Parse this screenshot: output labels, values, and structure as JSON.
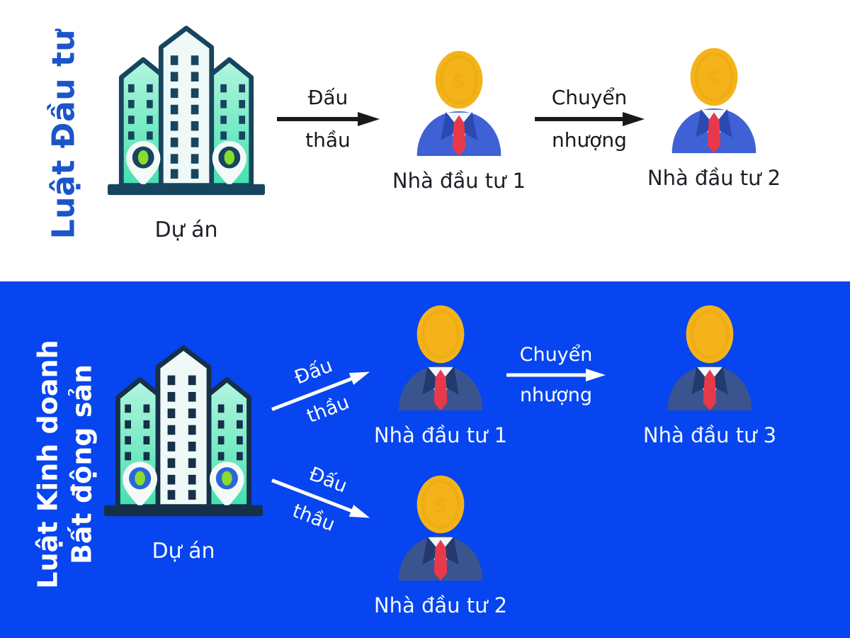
{
  "top": {
    "law": "Luật Đầu tư",
    "project": "Dự án",
    "bid": {
      "l1": "Đấu",
      "l2": "thầu"
    },
    "transfer": {
      "l1": "Chuyển",
      "l2": "nhượng"
    },
    "investor1": "Nhà đầu tư 1",
    "investor2": "Nhà đầu tư 2"
  },
  "bottom": {
    "law1": "Luật Kinh doanh",
    "law2": "Bất động sản",
    "project": "Dự án",
    "bid_upper": {
      "l1": "Đấu",
      "l2": "thầu"
    },
    "bid_lower": {
      "l1": "Đấu",
      "l2": "thầu"
    },
    "transfer": {
      "l1": "Chuyển",
      "l2": "nhượng"
    },
    "investor1": "Nhà đầu tư 1",
    "investor2": "Nhà đầu tư 2",
    "investor3": "Nhà đầu tư 3"
  },
  "colors": {
    "page_bg": "#FFFFFF",
    "panel_blue": "#0645EF",
    "title_blue": "#1C55C9",
    "text_dark": "#191919",
    "text_light": "#FFFFFF",
    "building_outline": "#17455F",
    "building_teal_light": "#B4F6DF",
    "building_teal": "#44E0AF",
    "tower_white": "#EFF9F7",
    "pin_green": "#8ADB2E",
    "pin_core_top": "#17455F",
    "pin_core_bottom": "#2B66D9",
    "coin_gold": "#F5B31B",
    "suit_blue_top": "#3E61D6",
    "suit_blue_bottom": "#3A548F",
    "tie_red": "#E8394B"
  },
  "icons": {
    "building": "project-building-icon",
    "investor": "investor-coin-person-icon",
    "arrow_right": "arrow-right-icon",
    "arrow_up_right": "arrow-up-right-icon",
    "arrow_down_right": "arrow-down-right-icon",
    "location_pin": "location-pin-icon"
  }
}
